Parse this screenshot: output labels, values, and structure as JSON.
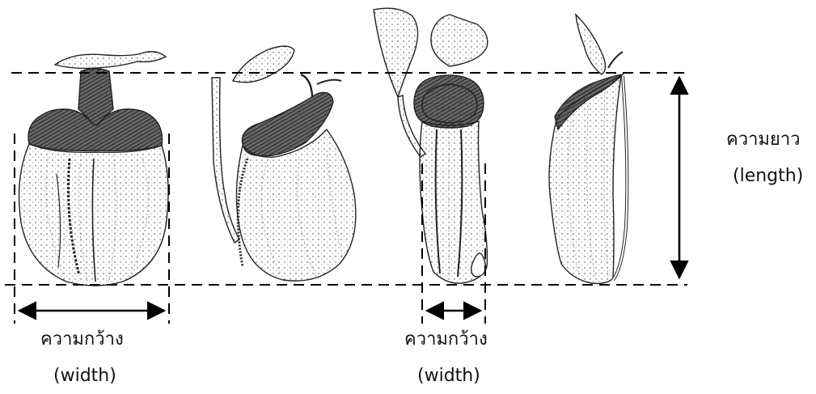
{
  "labels": {
    "length_thai": "ความยาว",
    "length_en": "(length)",
    "width_thai_1": "ความกว้าง",
    "width_en_1": "(width)",
    "width_thai_2": "ความกว้าง",
    "width_en_2": "(width)"
  },
  "icons": [
    "pitcher-1-illustration",
    "pitcher-2-illustration",
    "pitcher-3-illustration",
    "pitcher-4-illustration",
    "double-arrow-icon"
  ],
  "colors": {
    "ink": "#111111",
    "pitcher_fill": "#ffffff",
    "rim": "#2a2a2a"
  }
}
